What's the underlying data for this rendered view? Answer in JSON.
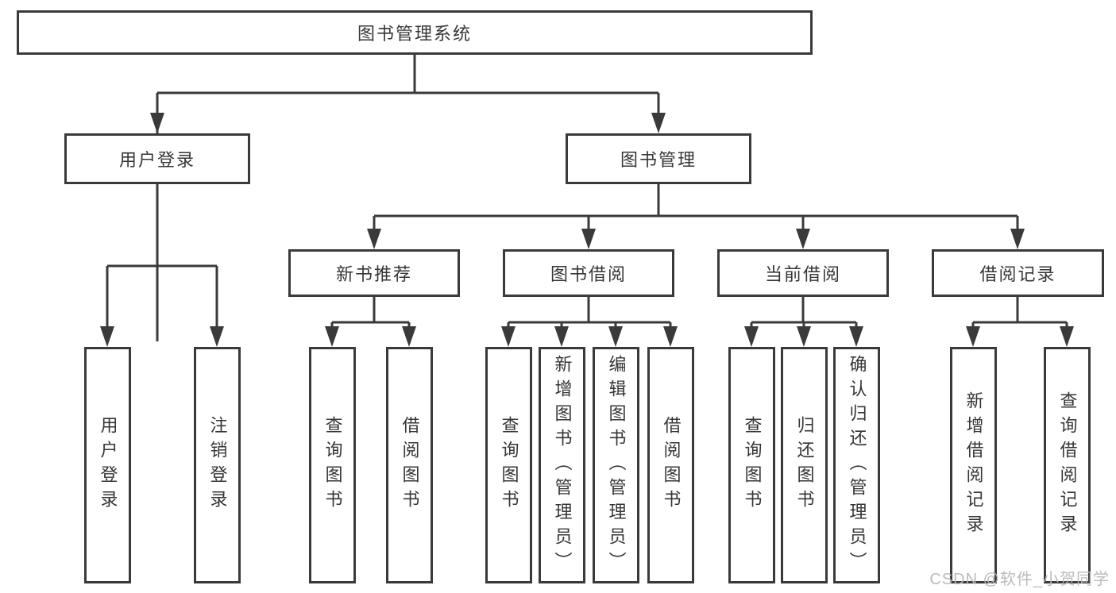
{
  "tree": {
    "root": "图书管理系统",
    "branches": [
      {
        "label": "用户登录",
        "children": [
          "用户登录",
          "注销登录"
        ]
      },
      {
        "label": "图书管理",
        "groups": [
          {
            "label": "新书推荐",
            "children": [
              "查询图书",
              "借阅图书"
            ]
          },
          {
            "label": "图书借阅",
            "children": [
              "查询图书",
              "新增图书（管理员）",
              "编辑图书（管理员）",
              "借阅图书"
            ]
          },
          {
            "label": "当前借阅",
            "children": [
              "查询图书",
              "归还图书",
              "确认归还（管理员）"
            ]
          },
          {
            "label": "借阅记录",
            "children": [
              "新增借阅记录",
              "查询借阅记录"
            ]
          }
        ]
      }
    ]
  },
  "watermark": {
    "text": "CSDN @软件_小贺同学"
  },
  "colors": {
    "stroke": "#3a3a3a",
    "text": "#363636",
    "background": "#ffffff",
    "watermark": "#b7b7b7"
  }
}
